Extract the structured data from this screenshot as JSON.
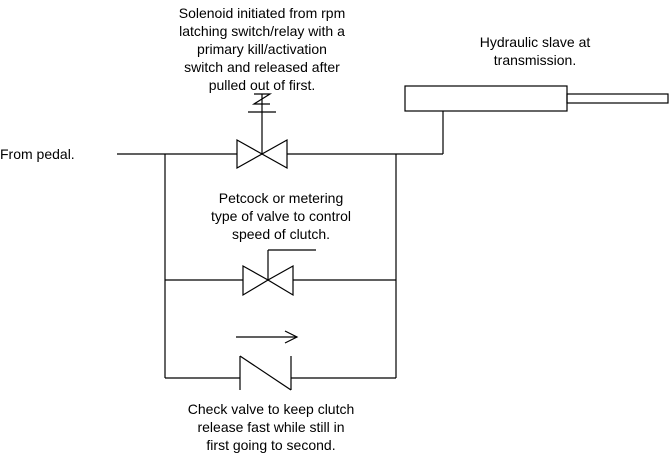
{
  "labels": {
    "solenoid_note": [
      "Solenoid initiated from rpm",
      "latching switch/relay with a",
      "primary kill/activation",
      "switch and released after",
      "pulled out of first."
    ],
    "slave_note": [
      "Hydraulic slave at",
      "transmission."
    ],
    "pedal_note": "From pedal.",
    "petcock_note": [
      "Petcock or metering",
      "type of valve to control",
      "speed of clutch."
    ],
    "check_note": [
      "Check valve to keep clutch",
      "release fast while still in",
      "first going to second."
    ]
  },
  "colors": {
    "line": "#000000",
    "background": "#ffffff"
  }
}
